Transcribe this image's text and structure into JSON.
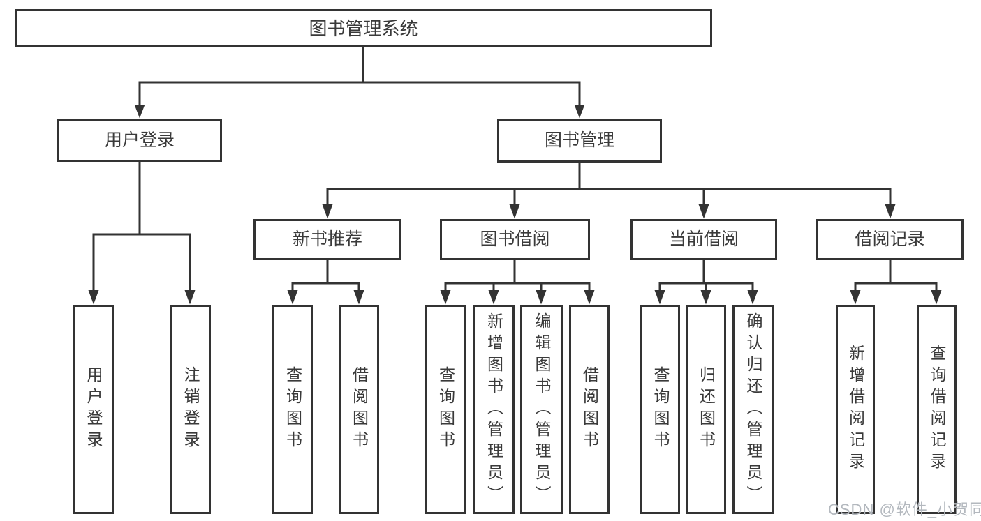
{
  "diagram": {
    "type": "hierarchy-tree",
    "root": {
      "label": "图书管理系统",
      "children": [
        {
          "label": "用户登录",
          "children": [
            {
              "label": "用户登录"
            },
            {
              "label": "注销登录"
            }
          ]
        },
        {
          "label": "图书管理",
          "children": [
            {
              "label": "新书推荐",
              "children": [
                {
                  "label": "查询图书"
                },
                {
                  "label": "借阅图书"
                }
              ]
            },
            {
              "label": "图书借阅",
              "children": [
                {
                  "label": "查询图书"
                },
                {
                  "label": "新增图书（管理员）"
                },
                {
                  "label": "编辑图书（管理员）"
                },
                {
                  "label": "借阅图书"
                }
              ]
            },
            {
              "label": "当前借阅",
              "children": [
                {
                  "label": "查询图书"
                },
                {
                  "label": "归还图书"
                },
                {
                  "label": "确认归还（管理员）"
                }
              ]
            },
            {
              "label": "借阅记录",
              "children": [
                {
                  "label": "新增借阅记录"
                },
                {
                  "label": "查询借阅记录"
                }
              ]
            }
          ]
        }
      ]
    }
  },
  "watermark": {
    "text": "CSDN @软件_小贺同学"
  },
  "colors": {
    "background": "#ffffff",
    "line": "#333333",
    "box_border": "#333333",
    "text": "#3a3a3a",
    "watermark": "#acb2b8"
  }
}
